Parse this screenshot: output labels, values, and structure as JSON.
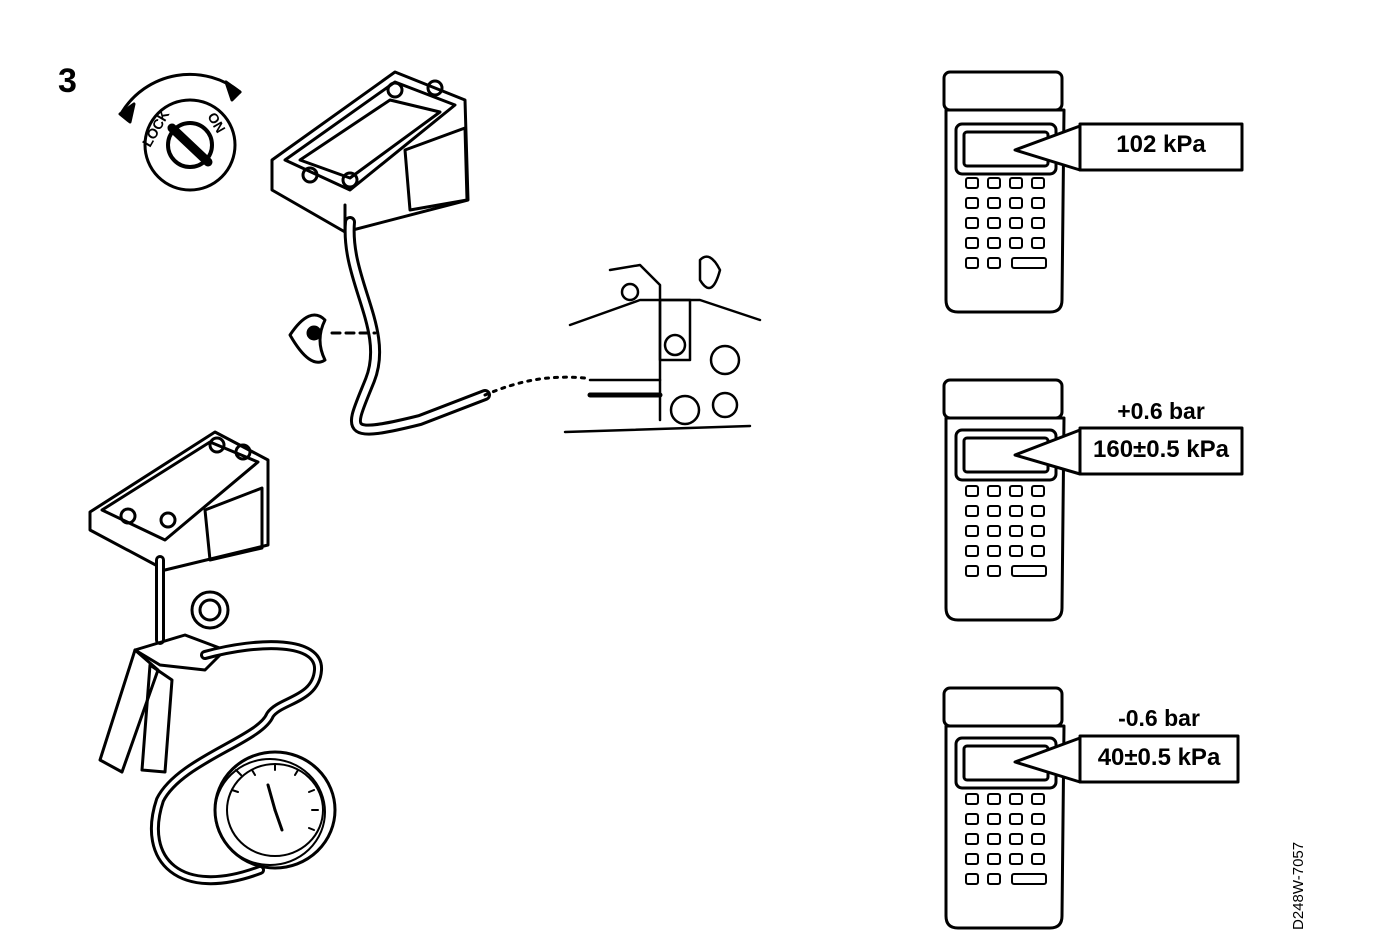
{
  "step_number": "3",
  "ignition": {
    "lock_label": "LOCK",
    "on_label": "ON"
  },
  "readings": [
    {
      "above": "",
      "value": "102 kPa"
    },
    {
      "above": "+0.6 bar",
      "value": "160±0.5 kPa"
    },
    {
      "above": "-0.6 bar",
      "value": "40±0.5 kPa"
    }
  ],
  "figure_id": "D248W-7057",
  "icons": [
    "ignition-lock-icon",
    "pressure-sensor-icon",
    "eye-icon",
    "hand-pump-icon",
    "pressure-gauge-icon",
    "handheld-tester-icon"
  ]
}
